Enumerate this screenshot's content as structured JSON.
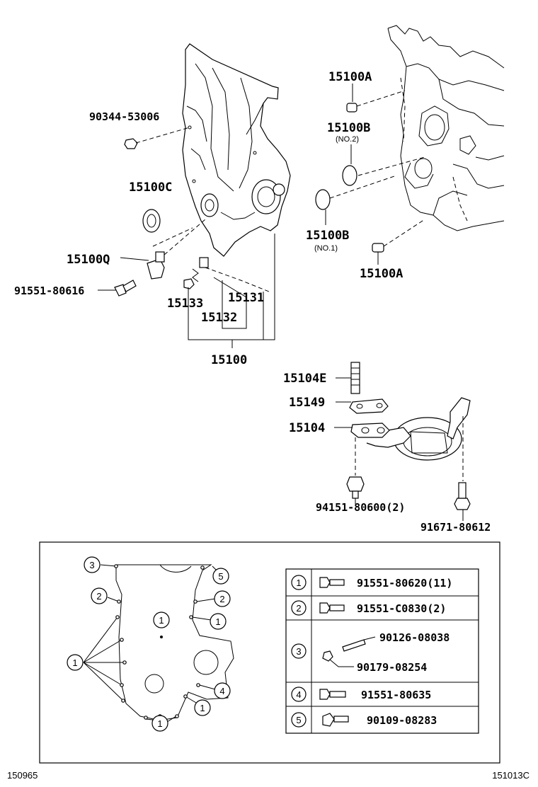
{
  "part_labels": {
    "p90344": "90344-53006",
    "p15100c": "15100C",
    "p15100q": "15100Q",
    "p91551_80616": "91551-80616",
    "p15133": "15133",
    "p15132": "15132",
    "p15131": "15131",
    "p15100": "15100",
    "p15100a_top": "15100A",
    "p15100b_top": "15100B",
    "p15100b_top_note": "(NO.2)",
    "p15100b_bot": "15100B",
    "p15100b_bot_note": "(NO.1)",
    "p15100a_bot": "15100A",
    "p15104e": "15104E",
    "p15149": "15149",
    "p15104": "15104",
    "p94151": "94151-80600(2)",
    "p91671": "91671-80612"
  },
  "bolt_callouts": {
    "c1": "1",
    "c2": "2",
    "c3": "3",
    "c4": "4",
    "c5": "5"
  },
  "legend": [
    {
      "num": "1",
      "part": "91551-80620(11)"
    },
    {
      "num": "2",
      "part": "91551-C0830(2)"
    },
    {
      "num": "3",
      "part_a": "90126-08038",
      "part_b": "90179-08254"
    },
    {
      "num": "4",
      "part": "91551-80635"
    },
    {
      "num": "5",
      "part": "90109-08283"
    }
  ],
  "footer": {
    "left_code": "150965",
    "right_code": "151013C"
  }
}
